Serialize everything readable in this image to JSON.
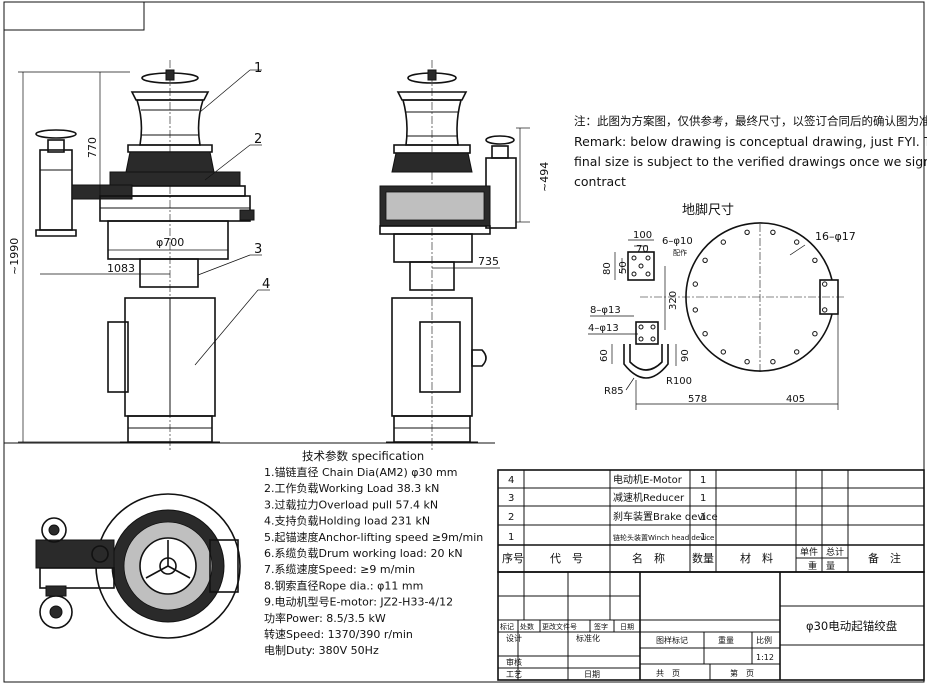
{
  "drawing": {
    "dims": {
      "overall_height": "~1990",
      "upper_height": "770",
      "drum_dia": "φ700",
      "motor_offset": "1083",
      "side_depth": "735",
      "side_height": "~494"
    },
    "balloons": [
      "1",
      "2",
      "3",
      "4"
    ],
    "remark": {
      "cn": "注：此图为方案图，仅供参考，最终尺寸，以签订合同后的确认图为准",
      "en1": "Remark: below drawing is conceptual drawing, just FYI. The",
      "en2": "final size is subject to the verified drawings once we sign",
      "en3": "contract"
    },
    "foundation": {
      "title": "地脚尺寸",
      "holes_16": "16–φ17",
      "holes_6": "6–φ10",
      "holes_6_note": "配作",
      "holes_8": "8–φ13",
      "holes_4": "4–φ13",
      "d100": "100",
      "d70": "70",
      "d80": "80",
      "d50": "50",
      "d320": "320",
      "d60": "60",
      "d90": "90",
      "r100": "R100",
      "r85": "R85",
      "d578": "578",
      "d405": "405"
    }
  },
  "specification": {
    "title": "技术参数      specification",
    "lines": [
      "1.锚链直径 Chain Dia(AM2)   φ30  mm",
      "2.工作负载Working Load     38.3  kN",
      "3.过载拉力Overload pull     57.4  kN",
      "4.支持负载Holding load      231  kN",
      "5.起锚速度Anchor-lifting speed   ≥9m/min",
      "6.系缆负载Drum working load:   20 kN",
      "7.系缆速度Speed:        ≥9 m/min",
      "8.钢索直径Rope dia.:       φ11 mm",
      "9.电动机型号E-motor:     JZ2-H33-4/12",
      "   功率Power:       8.5/3.5 kW",
      "   转速Speed:      1370/390 r/min",
      "   电制Duty:      380V 50Hz"
    ]
  },
  "parts_table": {
    "rows": [
      {
        "no": "4",
        "name": "电动机E-Motor",
        "qty": "1"
      },
      {
        "no": "3",
        "name": "减速机Reducer",
        "qty": "1"
      },
      {
        "no": "2",
        "name": "刹车装置Brake device",
        "qty": "1"
      },
      {
        "no": "1",
        "name": "链轮头装置Winch head device",
        "qty": "1"
      }
    ],
    "header": {
      "no": "序号",
      "code": "代　号",
      "name": "名　称",
      "qty": "数量",
      "material": "材　料",
      "unit_weight": "单件",
      "total_weight": "总计",
      "weight": "重　量",
      "remark": "备　注"
    }
  },
  "title_block": {
    "title": "φ30电动起锚绞盘",
    "labels": {
      "mark": "标记",
      "count": "处数",
      "change_doc": "更改文件号",
      "sign": "签字",
      "date": "日期",
      "design": "设计",
      "standard": "标准化",
      "stage": "图样标记",
      "weight": "重量",
      "scale": "比例",
      "check": "审核",
      "process": "工艺",
      "date2": "日期",
      "total": "共　页",
      "sheet": "第　页"
    },
    "scale": "1:12"
  }
}
